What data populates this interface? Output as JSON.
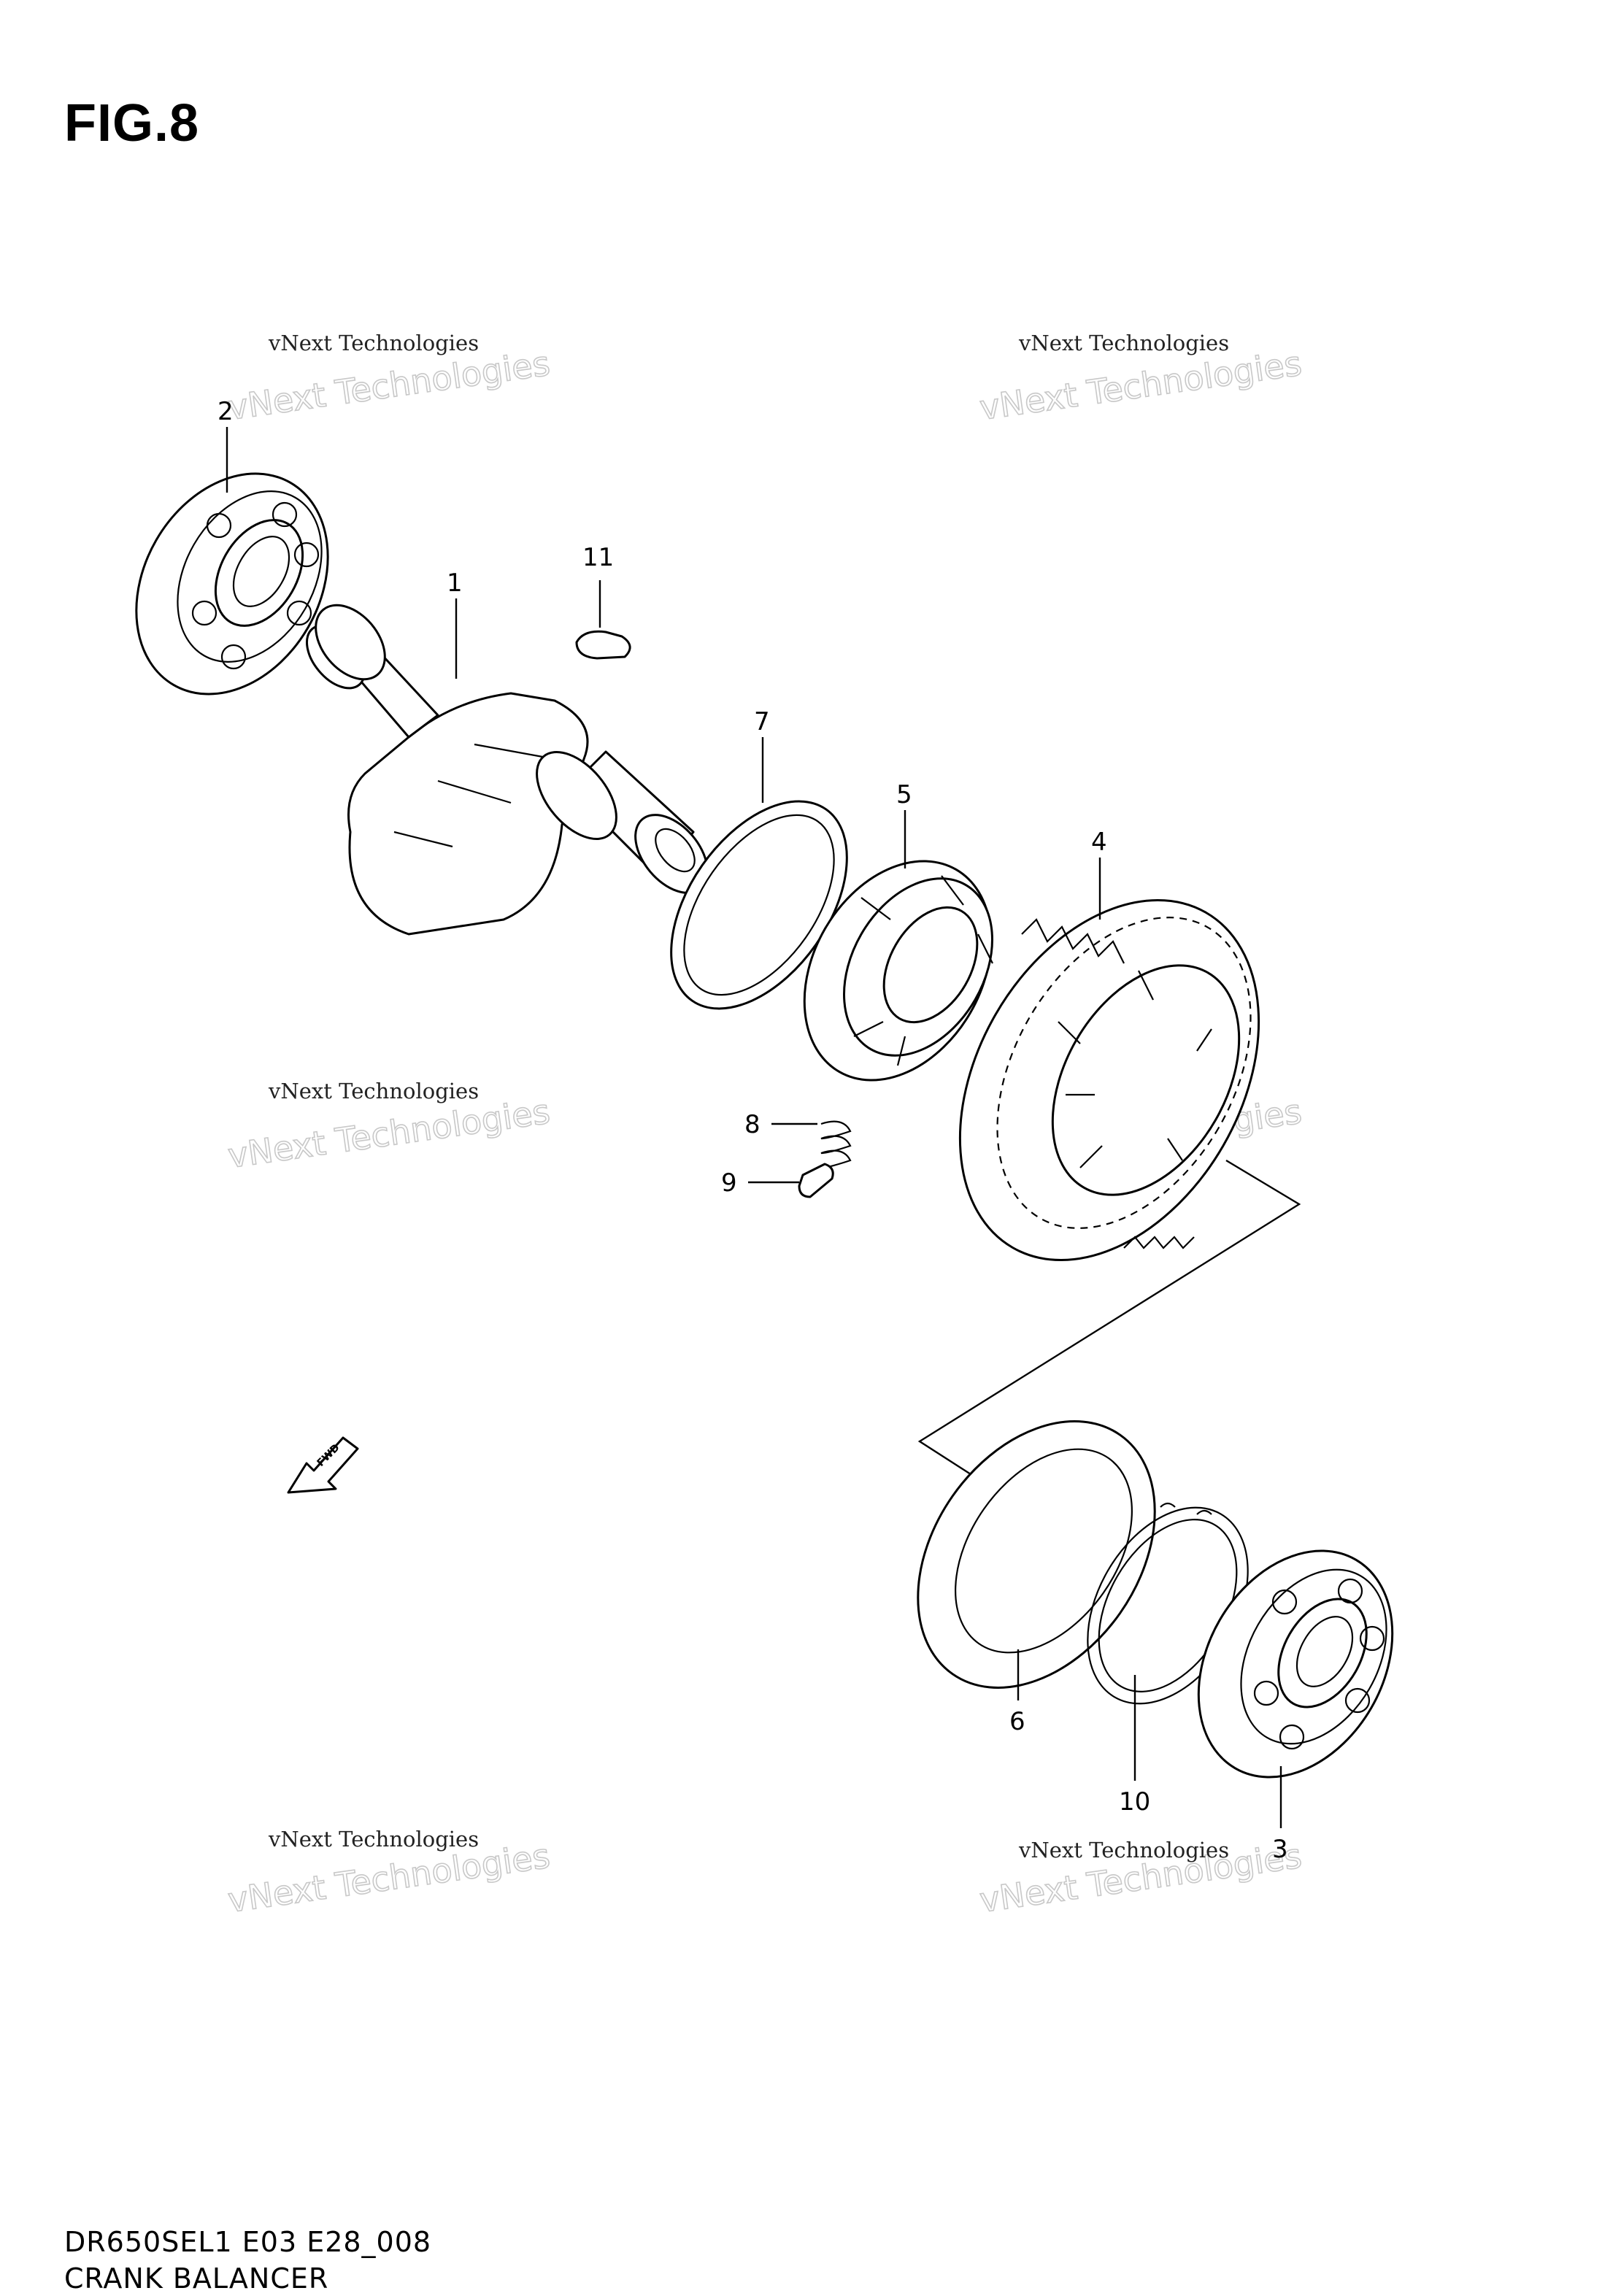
{
  "figure": {
    "title": "FIG.8"
  },
  "footer": {
    "code": "DR650SEL1 E03 E28_008",
    "name": "CRANK BALANCER"
  },
  "watermark": {
    "line1": "vNext Technologies",
    "big": "vNext Technologies"
  },
  "callouts": {
    "c1": "1",
    "c2": "2",
    "c3": "3",
    "c4": "4",
    "c5": "5",
    "c6": "6",
    "c7": "7",
    "c8": "8",
    "c9": "9",
    "c10": "10",
    "c11": "11"
  },
  "fwd_icon": "fwd-arrow-icon"
}
